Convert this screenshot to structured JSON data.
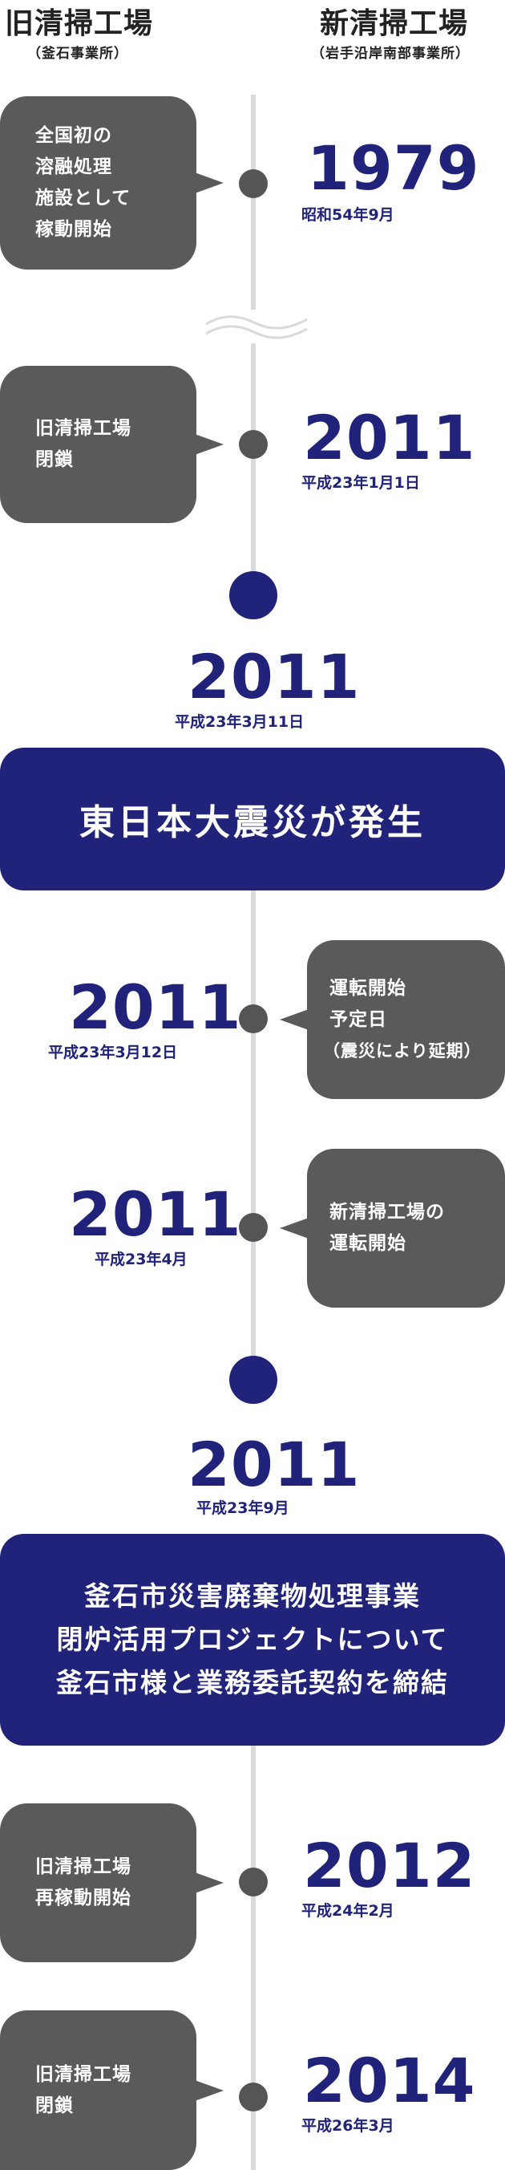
{
  "header": {
    "old_title": "旧清掃工場",
    "old_sub": "（釜石事業所）",
    "new_title": "新清掃工場",
    "new_sub": "（岩手沿岸南部事業所）"
  },
  "events": [
    {
      "lines": [
        "全国初の",
        "溶融処理",
        "施設として",
        "稼動開始"
      ],
      "year": "1979",
      "date": "昭和54年9月"
    },
    {
      "lines": [
        "旧清掃工場",
        "閉鎖"
      ],
      "year": "2011",
      "date": "平成23年1月1日"
    },
    {
      "year": "2011",
      "date": "平成23年3月11日",
      "banner": [
        "東日本大震災が発生"
      ]
    },
    {
      "lines": [
        "運転開始",
        "予定日",
        "（震災により延期）"
      ],
      "year": "2011",
      "date": "平成23年3月12日"
    },
    {
      "lines": [
        "新清掃工場の",
        "運転開始"
      ],
      "year": "2011",
      "date": "平成23年4月"
    },
    {
      "year": "2011",
      "date": "平成23年9月",
      "banner": [
        "釜石市災害廃棄物処理事業",
        "閉炉活用プロジェクトについて",
        "釜石市様と業務委託契約を締結"
      ]
    },
    {
      "lines": [
        "旧清掃工場",
        "再稼動開始"
      ],
      "year": "2012",
      "date": "平成24年2月"
    },
    {
      "lines": [
        "旧清掃工場",
        "閉鎖"
      ],
      "year": "2014",
      "date": "平成26年3月"
    }
  ],
  "colors": {
    "navy": "#21237a",
    "bubble": "#5a5a5a",
    "line": "#dadada"
  },
  "icons": {
    "break": "wavy-break-icon"
  }
}
